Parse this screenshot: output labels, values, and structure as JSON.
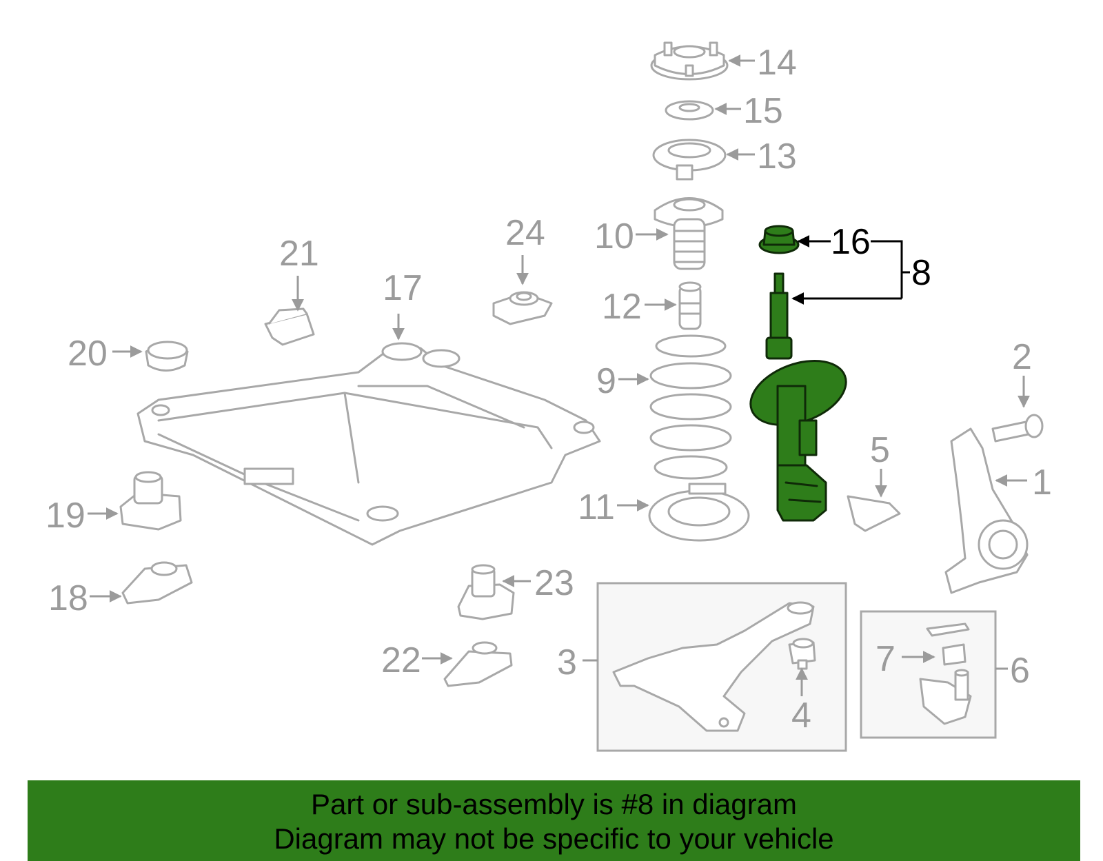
{
  "highlight_color": "#2e7d1a",
  "callouts": {
    "c1": "1",
    "c2": "2",
    "c3": "3",
    "c4": "4",
    "c5": "5",
    "c6": "6",
    "c7": "7",
    "c8": "8",
    "c9": "9",
    "c10": "10",
    "c11": "11",
    "c12": "12",
    "c13": "13",
    "c14": "14",
    "c15": "15",
    "c16": "16",
    "c17": "17",
    "c18": "18",
    "c19": "19",
    "c20": "20",
    "c21": "21",
    "c22": "22",
    "c23": "23",
    "c24": "24"
  },
  "banner": {
    "line1": "Part or sub-assembly is #8 in diagram",
    "line2": "Diagram may not be specific to your vehicle"
  }
}
